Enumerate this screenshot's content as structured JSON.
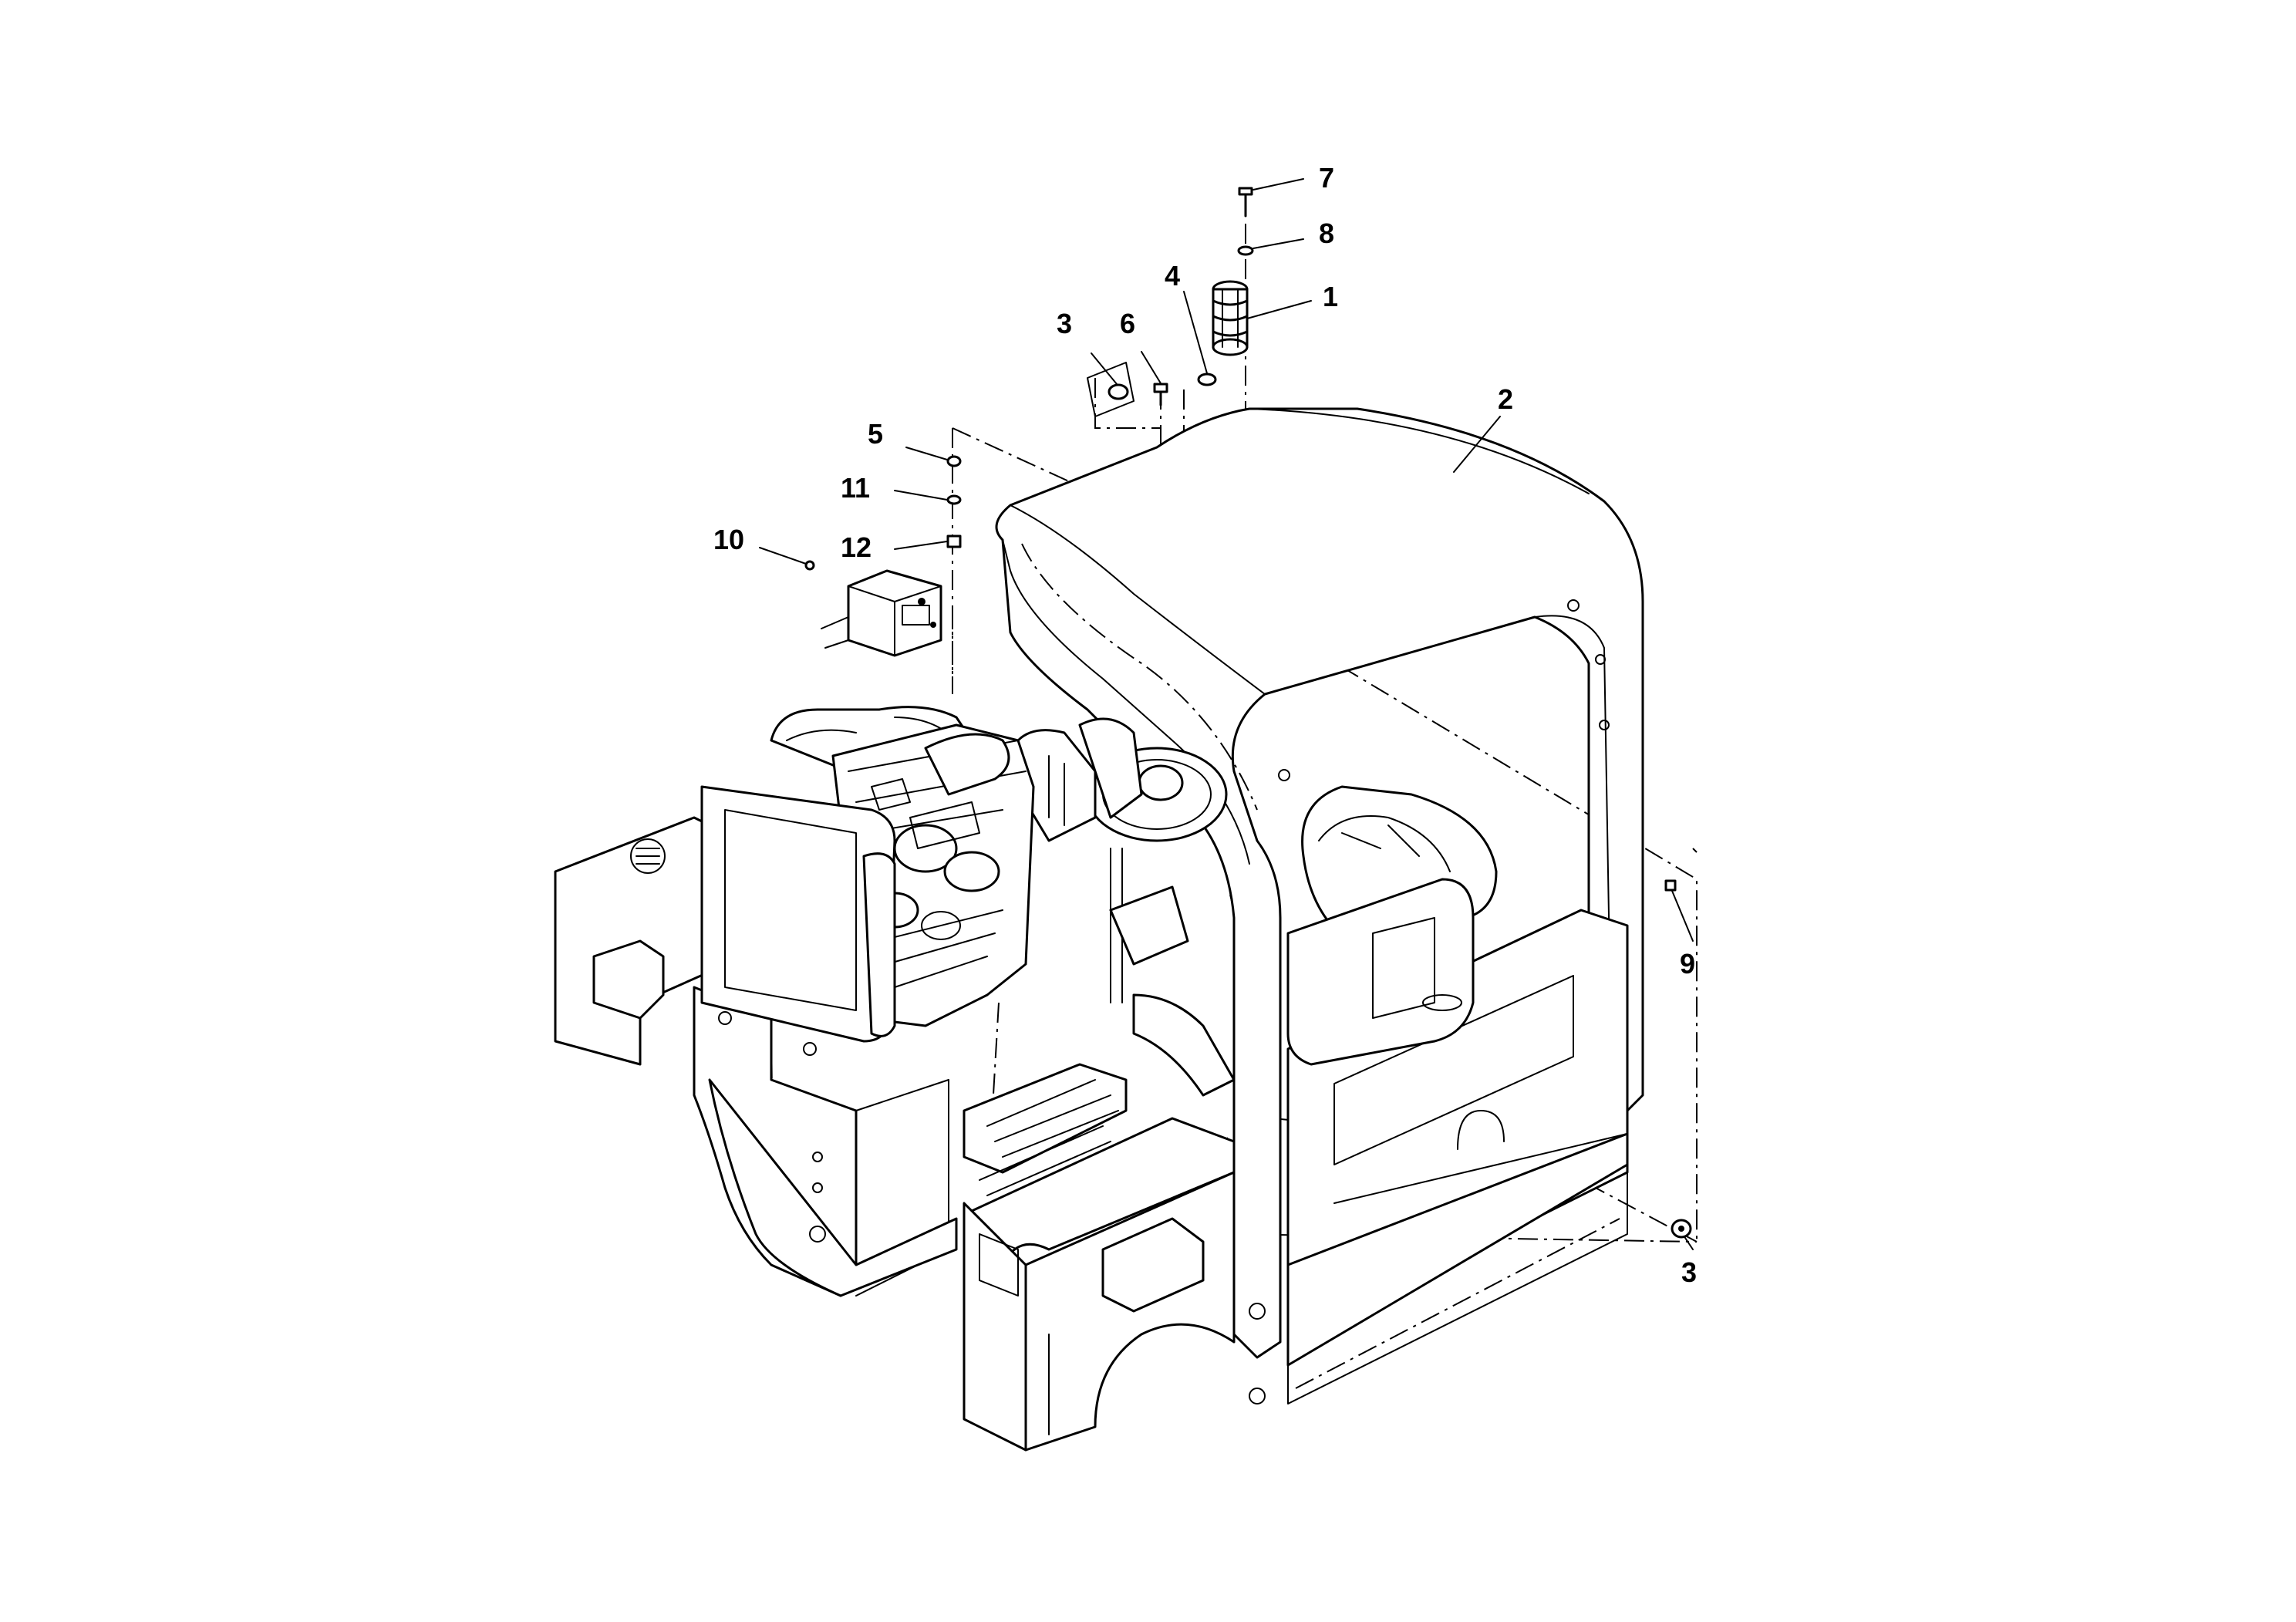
{
  "diagram": {
    "callouts": [
      {
        "id": "c7",
        "label": "7"
      },
      {
        "id": "c8",
        "label": "8"
      },
      {
        "id": "c4",
        "label": "4"
      },
      {
        "id": "c1",
        "label": "1"
      },
      {
        "id": "c3a",
        "label": "3"
      },
      {
        "id": "c6",
        "label": "6"
      },
      {
        "id": "c2",
        "label": "2"
      },
      {
        "id": "c5",
        "label": "5"
      },
      {
        "id": "c11",
        "label": "11"
      },
      {
        "id": "c10",
        "label": "10"
      },
      {
        "id": "c12",
        "label": "12"
      },
      {
        "id": "c9",
        "label": "9"
      },
      {
        "id": "c3b",
        "label": "3"
      }
    ]
  }
}
